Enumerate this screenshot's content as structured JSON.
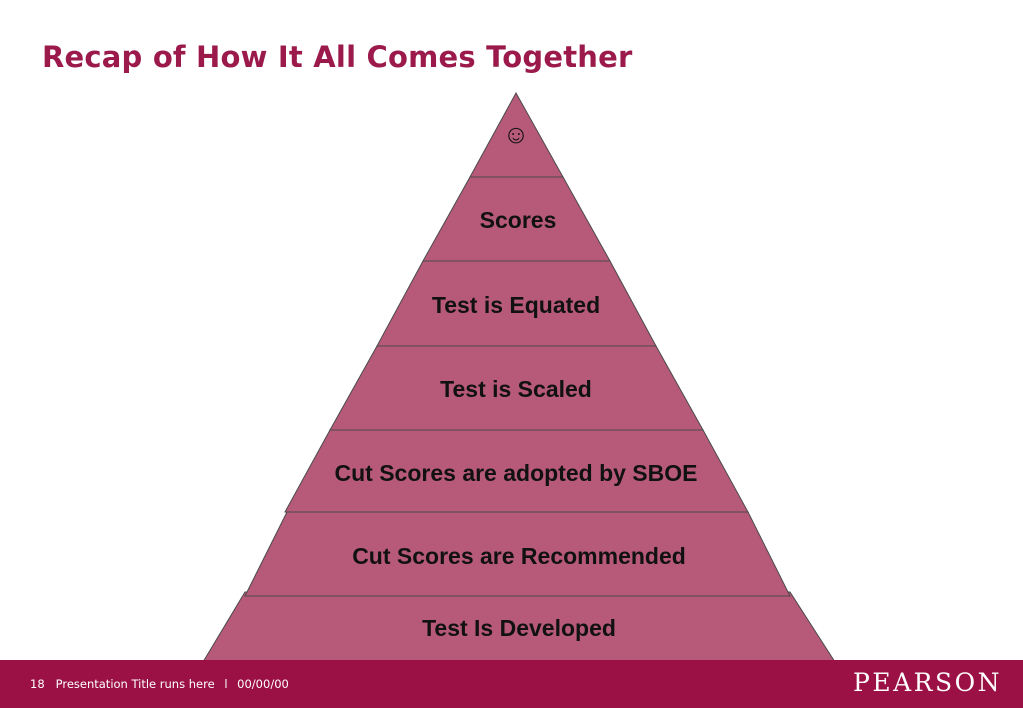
{
  "slide": {
    "title": "Recap of How It All Comes Together"
  },
  "pyramid": {
    "fill_color": "#b75a7a",
    "line_color": "#4a4a4a",
    "levels": [
      {
        "label": "☺"
      },
      {
        "label": "Scores"
      },
      {
        "label": "Test is Equated"
      },
      {
        "label": "Test is Scaled"
      },
      {
        "label": "Cut Scores are adopted by SBOE"
      },
      {
        "label": "Cut Scores are Recommended"
      },
      {
        "label": "Test Is Developed"
      }
    ]
  },
  "footer": {
    "page_number": "18",
    "presentation_title": "Presentation Title runs here",
    "separator": "l",
    "date": "00/00/00",
    "logo": "PEARSON",
    "background_color": "#9b1145"
  }
}
